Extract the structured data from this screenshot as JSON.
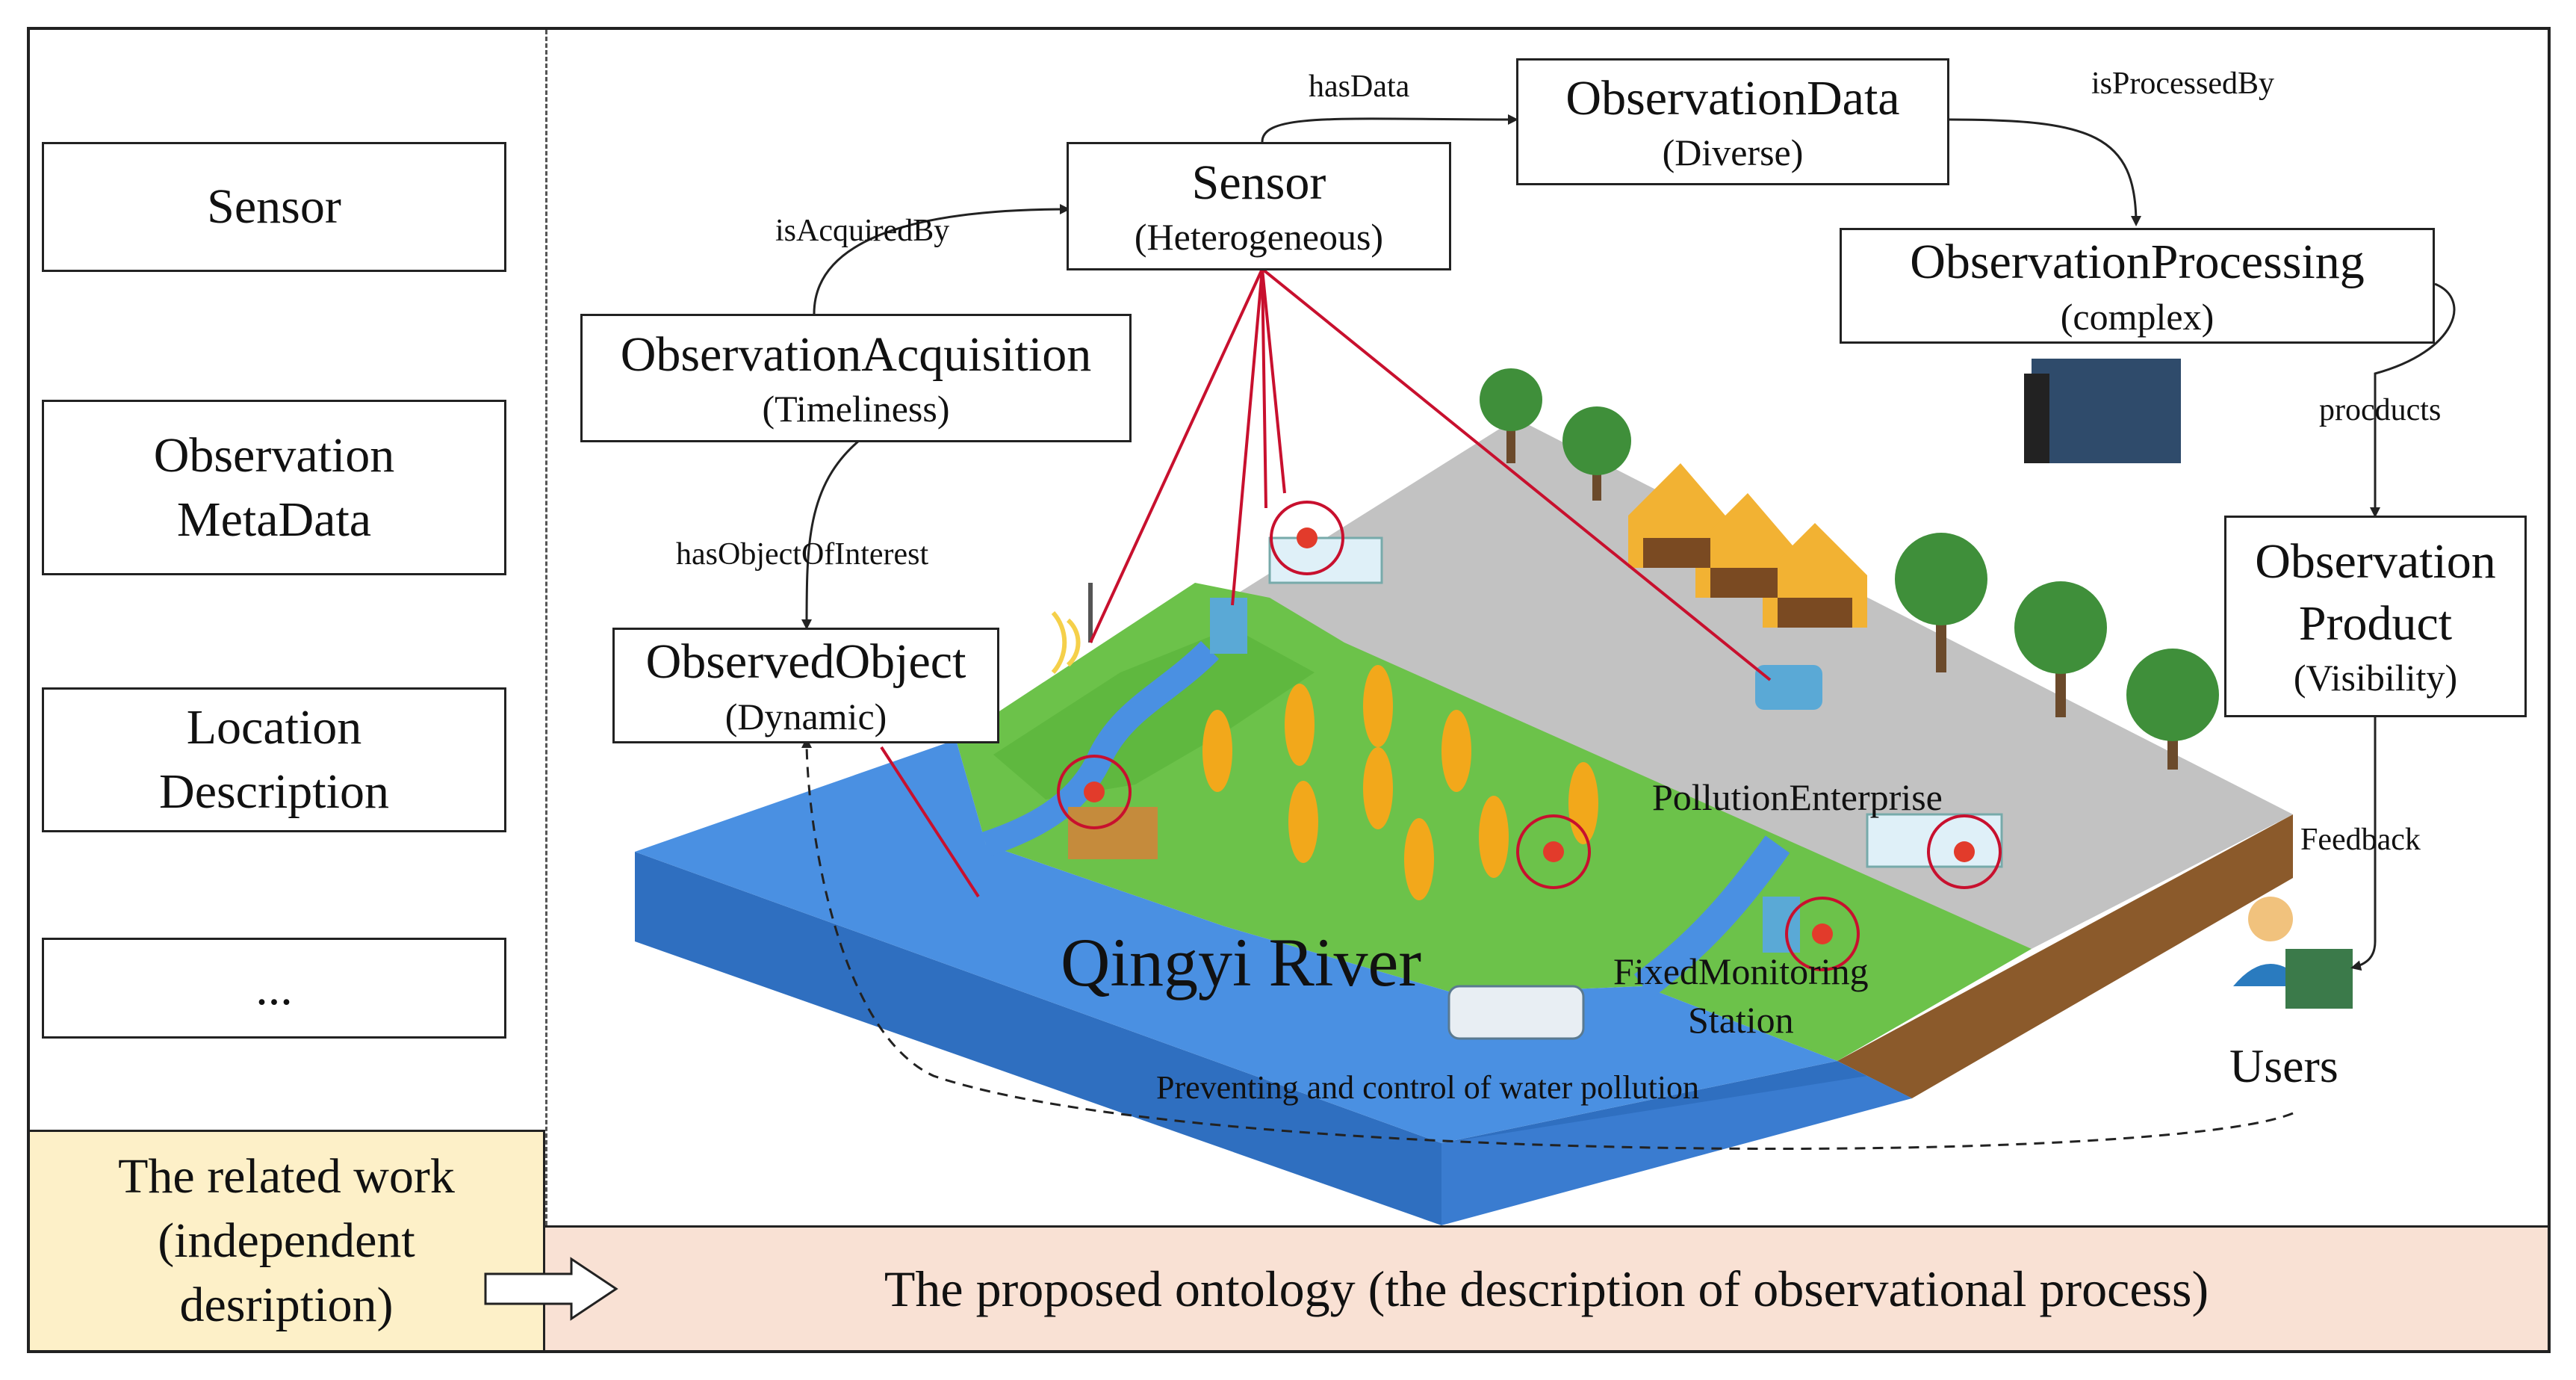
{
  "left_panel": {
    "items": [
      "Sensor",
      "Observation\nMetaData",
      "Location\nDescription",
      "..."
    ],
    "footer": "The related work\n(independent\ndesription)"
  },
  "proposed": "The proposed ontology (the description of observational process)",
  "nodes": {
    "sensor": {
      "title": "Sensor",
      "sub": "(Heterogeneous)"
    },
    "data": {
      "title": "ObservationData",
      "sub": "(Diverse)"
    },
    "processing": {
      "title": "ObservationProcessing",
      "sub": "(complex)"
    },
    "acquisition": {
      "title": "ObservationAcquisition",
      "sub": "(Timeliness)"
    },
    "object": {
      "title": "ObservedObject",
      "sub": "(Dynamic)"
    },
    "product": {
      "title": "Observation\nProduct",
      "sub": "(Visibility)"
    }
  },
  "edges": {
    "hasData": "hasData",
    "isProcessedBy": "isProcessedBy",
    "isAcquiredBy": "isAcquiredBy",
    "hasObjectOfInterest": "hasObjectOfInterest",
    "products": "procducts",
    "feedback": "Feedback"
  },
  "scene": {
    "river": "Qingyi River",
    "pollution": "PollutionEnterprise",
    "station": "FixedMonitoring\nStation",
    "prevent": "Preventing and control of water pollution",
    "users": "Users"
  },
  "colors": {
    "water": "#4a90e2",
    "grass": "#6cc24a",
    "road": "#bdbdbd",
    "soil": "#8b5a2b",
    "sensor_line": "#c8102e",
    "related_bg": "#fdf0c8",
    "proposed_bg": "#f9e1d4"
  }
}
